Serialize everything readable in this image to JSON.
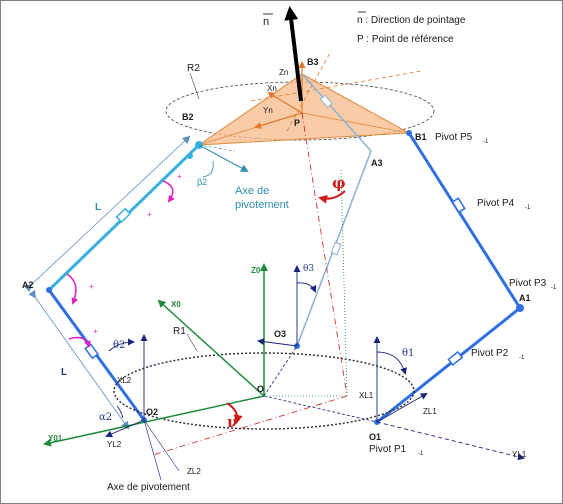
{
  "legend": {
    "n_text": "n : Direction de pointage",
    "p_text": "P : Point de référence"
  },
  "points": {
    "n": "n",
    "B1": "B1",
    "B2": "B2",
    "B3": "B3",
    "P": "P",
    "A1": "A1",
    "A2": "A2",
    "A3": "A3",
    "O": "O",
    "O1": "O1",
    "O2": "O2",
    "O3": "O3"
  },
  "frames": {
    "Zn": "Zn",
    "Xn": "Xn",
    "Yn": "Yn",
    "Z0": "Z0",
    "X0": "X0",
    "Y01": "Y01",
    "XL1": "XL1",
    "YL1": "YL1",
    "ZL1": "ZL1",
    "XL2": "XL2",
    "YL2": "YL2",
    "ZL2": "ZL2"
  },
  "radii": {
    "R1": "R1",
    "R2": "R2"
  },
  "lengths": {
    "L_top": "L",
    "L_bottom": "L"
  },
  "angles": {
    "theta1": "θ1",
    "theta2": "θ2",
    "theta3": "θ3",
    "beta2": "β2",
    "alpha2": "α2",
    "phi": "φ",
    "nu": "ν"
  },
  "pivots": {
    "P1": "Pivot P1",
    "P2": "Pivot P2",
    "P3": "Pivot P3",
    "P4": "Pivot P4",
    "P5": "Pivot P5",
    "sub": "-1"
  },
  "axes_text": {
    "axe_top_1": "Axe de",
    "axe_top_2": "pivotement",
    "axe_bottom": "Axe de pivotement"
  },
  "signs": {
    "plus": "+"
  },
  "colors": {
    "teal_arm": "#38b0de",
    "blue_arm": "#2f6fe0",
    "green_axis": "#1f8a3a",
    "navy_axis": "#1a237e",
    "orange_platform": "#f3a86a",
    "red_angle": "#d01a1a",
    "magenta_arrow": "#e020c0",
    "base_circle": "#333333"
  }
}
